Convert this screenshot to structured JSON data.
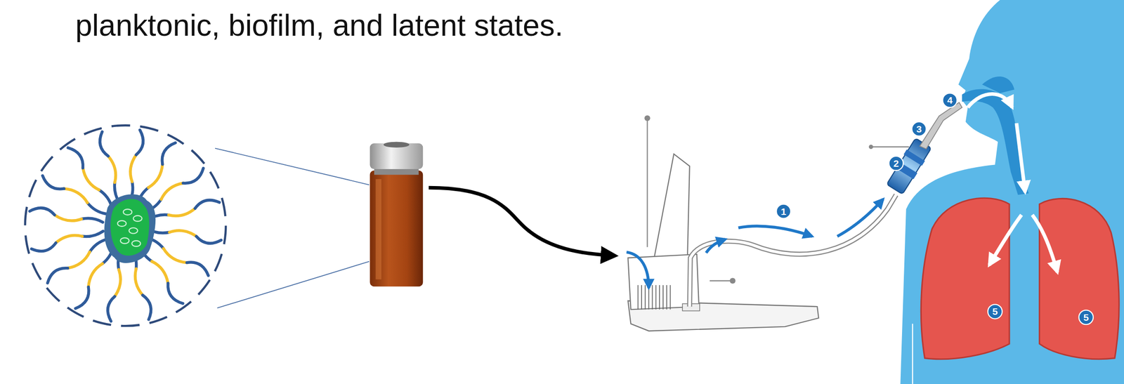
{
  "diagram": {
    "labels": [
      "planktonic, biofilm, and latent states.",
      "1",
      "2",
      "3",
      "4",
      "5",
      "5"
    ]
  }
}
